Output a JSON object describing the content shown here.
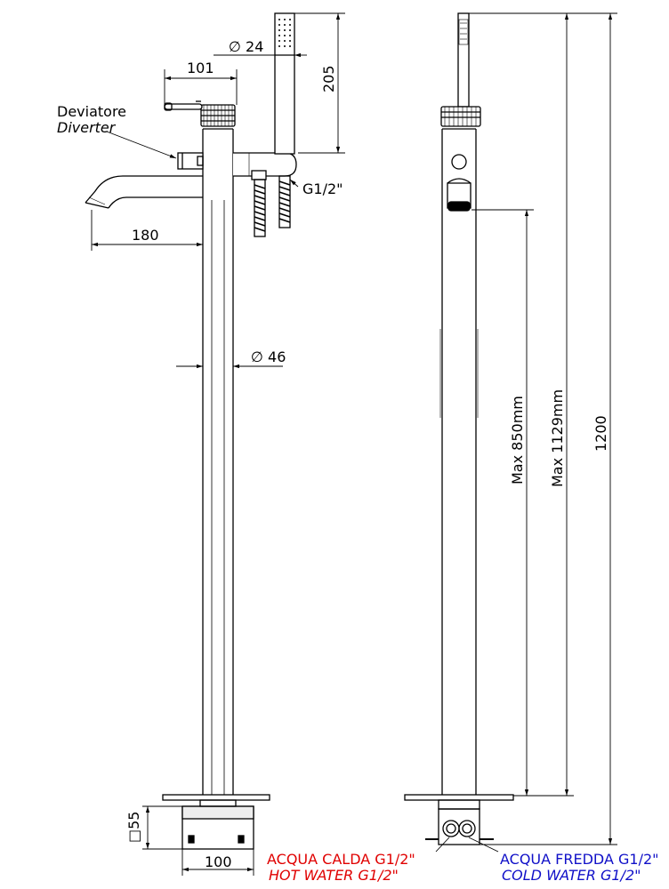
{
  "labels": {
    "diverter_it": "Deviatore",
    "diverter_en": "Diverter",
    "hot_it": "ACQUA CALDA G1/2\"",
    "hot_en": "HOT WATER G1/2\"",
    "cold_it": "ACQUA FREDDA G1/2\"",
    "cold_en": "COLD WATER G1/2\""
  },
  "dimensions": {
    "handle_width": "101",
    "shower_diameter": "∅ 24",
    "shower_height": "205",
    "hose_thread": "G1/2\"",
    "spout_reach": "180",
    "column_diameter": "∅ 46",
    "base_height": "□55",
    "base_width": "100",
    "spout_max_height": "Max 850mm",
    "total_max_height": "Max 1129mm",
    "overall_height": "1200"
  },
  "colors": {
    "hot": "#e00000",
    "cold": "#1010c8",
    "line": "#000000"
  }
}
